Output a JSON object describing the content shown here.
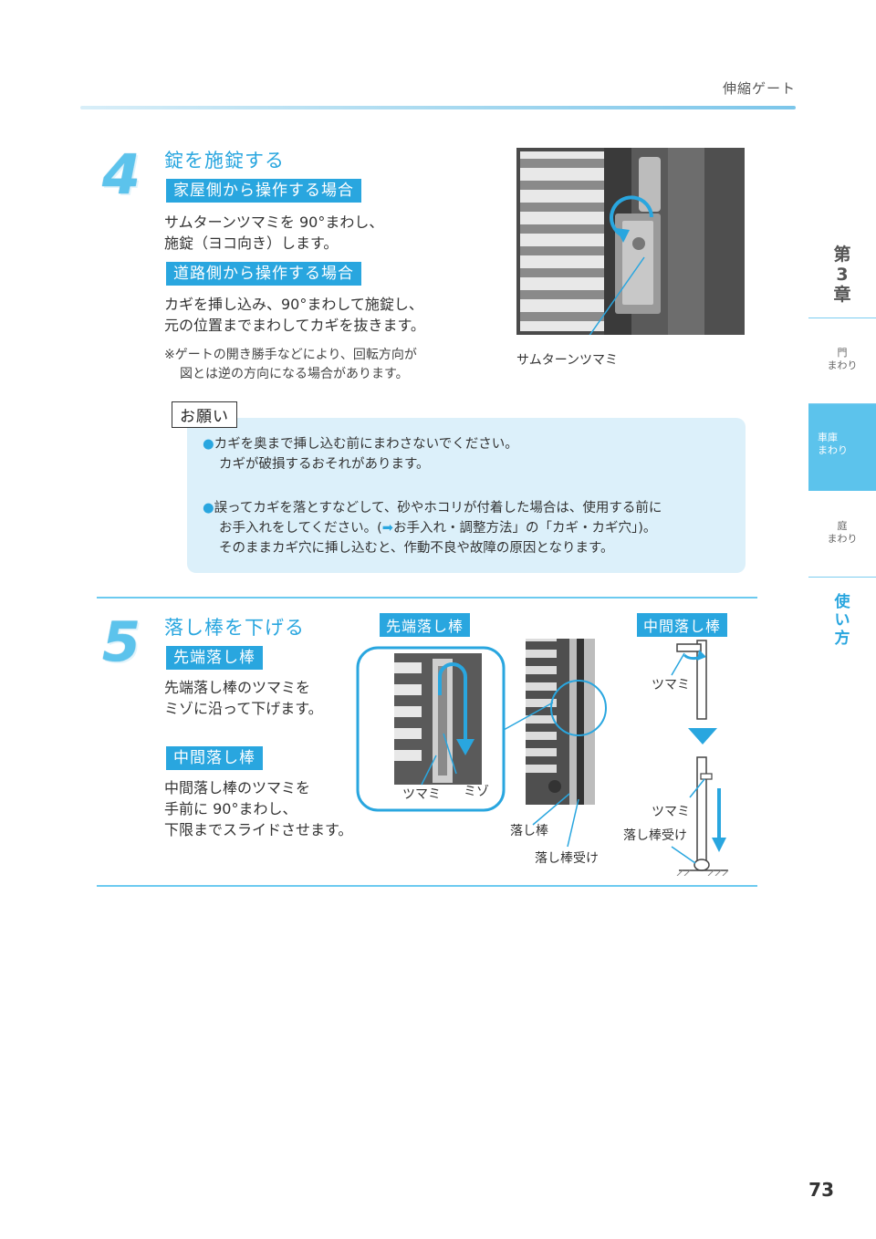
{
  "header": {
    "section_title": "伸縮ゲート"
  },
  "step4": {
    "number": "4",
    "title": "錠を施錠する",
    "house_side": {
      "tag": "家屋側から操作する場合",
      "lines": [
        "サムターンツマミを 90°まわし、",
        "施錠（ヨコ向き）します。"
      ]
    },
    "road_side": {
      "tag": "道路側から操作する場合",
      "lines": [
        "カギを挿し込み、90°まわして施錠し、",
        "元の位置までまわしてカギを抜きます。"
      ]
    },
    "note_lines": [
      "※ゲートの開き勝手などにより、回転方向が",
      "図とは逆の方向になる場合があります。"
    ],
    "photo_caption": "サムターンツマミ"
  },
  "notice": {
    "label": "お願い",
    "item1": [
      "カギを奥まで挿し込む前にまわさないでください。",
      "カギが破損するおそれがあります。"
    ],
    "item2_line1": "誤ってカギを落とすなどして、砂やホコリが付着した場合は、使用する前に",
    "item2_line2_pre": "お手入れをしてください。(",
    "item2_arrow": "➡",
    "item2_line2_post": "お手入れ・調整方法」の「カギ・カギ穴」)。",
    "item2_line3": "そのままカギ穴に挿し込むと、作動不良や故障の原因となります。",
    "bullet": "●"
  },
  "step5": {
    "number": "5",
    "title": "落し棒を下げる",
    "tip": {
      "tag": "先端落し棒",
      "lines": [
        "先端落し棒のツマミを",
        "ミゾに沿って下げます。"
      ]
    },
    "middle": {
      "tag": "中間落し棒",
      "lines": [
        "中間落し棒のツマミを",
        "手前に 90°まわし、",
        "下限までスライドさせます。"
      ]
    },
    "fig_tip_label": "先端落し棒",
    "fig_tip_captions": {
      "knob": "ツマミ",
      "groove": "ミゾ",
      "rod": "落し棒",
      "receiver": "落し棒受け"
    },
    "fig_mid_label": "中間落し棒",
    "fig_mid_captions": {
      "knob_top": "ツマミ",
      "knob_bottom": "ツマミ",
      "receiver": "落し棒受け"
    }
  },
  "sidebar": {
    "chapter": [
      "第",
      "3",
      "章"
    ],
    "tabs": [
      {
        "line1": "門",
        "line2": "まわり"
      },
      {
        "line1": "車庫",
        "line2": "まわり"
      },
      {
        "line1": "庭",
        "line2": "まわり"
      }
    ],
    "usage": [
      "使",
      "い",
      "方"
    ]
  },
  "page_number": "73",
  "colors": {
    "accent": "#29a6df",
    "light": "#dcf0fa",
    "numeral": "#5cc3ec"
  }
}
